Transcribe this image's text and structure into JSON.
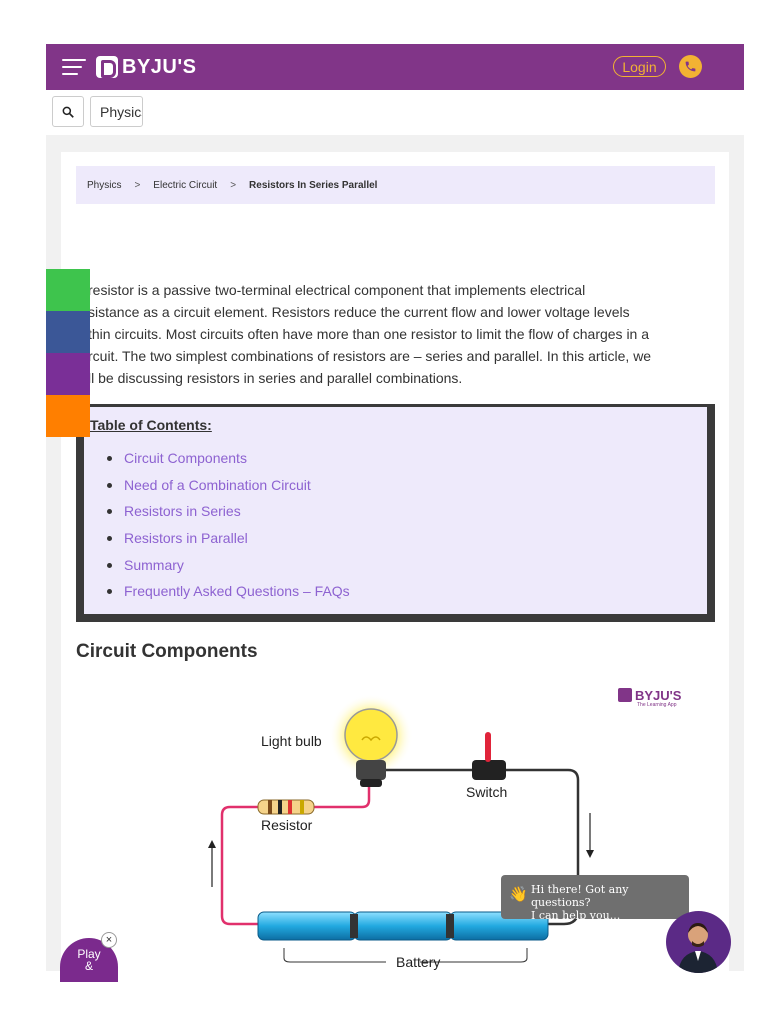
{
  "header": {
    "logo_text": "BYJU'S",
    "login_label": "Login",
    "brand_color": "#813588",
    "accent_color": "#f2b233",
    "menu_icon": "hamburger-icon",
    "phone_icon": "phone-icon"
  },
  "search": {
    "value": "Physics",
    "icon": "search-icon"
  },
  "breadcrumb": {
    "items": [
      "Physics",
      "Electric Circuit"
    ],
    "current": "Resistors In Series Parallel",
    "separator": ">"
  },
  "article": {
    "intro_lines": [
      "resistor is a passive two-terminal electrical component that implements electrical",
      "sistance as a circuit element. Resistors reduce the current flow and lower voltage levels",
      "thin circuits. Most circuits often have more than one resistor to limit the flow of charges in a",
      "rcuit. The two simplest combinations of resistors are – series and parallel. In this article, we",
      "ll be discussing resistors in series and parallel combinations."
    ],
    "toc_title": "Table of Contents:",
    "toc_items": [
      "Circuit Components",
      "Need of a Combination Circuit",
      "Resistors in Series",
      "Resistors in Parallel",
      "Summary",
      "Frequently Asked Questions – FAQs"
    ],
    "section_title": "Circuit Components"
  },
  "social_bar": {
    "colors": [
      "#3ec44d",
      "#3b5797",
      "#7a2f97",
      "#ff7f00"
    ]
  },
  "diagram": {
    "logo_text": "BYJU'S",
    "logo_tagline": "The Learning App",
    "labels": {
      "bulb": "Light bulb",
      "switch": "Switch",
      "resistor": "Resistor",
      "battery": "Battery"
    }
  },
  "chat": {
    "line1": "Hi there! Got any questions?",
    "line2": "I can help you...",
    "wave_icon": "wave-icon"
  },
  "play": {
    "line1": "Play",
    "line2": "&",
    "close": "×"
  }
}
